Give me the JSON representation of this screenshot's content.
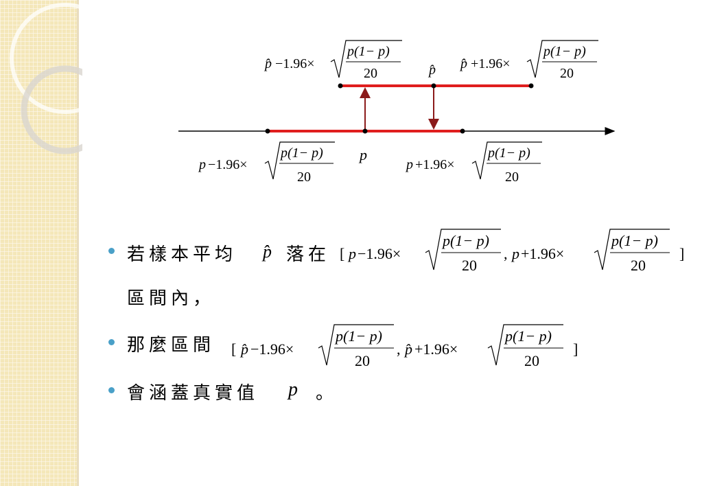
{
  "diagram": {
    "top_left_formula": {
      "lead": "p̂",
      "op": "−1.96×",
      "num": "p(1− p)",
      "den": "20"
    },
    "top_mid_label": "p̂",
    "top_right_formula": {
      "lead": "p̂",
      "op": "+1.96×",
      "num": "p(1− p)",
      "den": "20"
    },
    "bottom_left_formula": {
      "lead": "p",
      "op": "−1.96×",
      "num": "p(1− p)",
      "den": "20"
    },
    "bottom_mid_label": "p",
    "bottom_right_formula": {
      "lead": "p",
      "op": "+1.96×",
      "num": "p(1− p)",
      "den": "20"
    },
    "colors": {
      "interval": "#e01e1e",
      "arrow": "#8b1a1a",
      "axis": "#000000"
    }
  },
  "bullets": {
    "b1_text": "若樣本平均",
    "b1_phat": "p̂",
    "b1_text2": "落在",
    "b1_interval": {
      "open": "[",
      "lead1": "p",
      "op1": "−1.96×",
      "num": "p(1− p)",
      "den": "20",
      "sep": ",",
      "lead2": "p",
      "op2": "+1.96×",
      "close": "]"
    },
    "b1_line2": "區間內，",
    "b2_text": "那麼區間",
    "b2_interval": {
      "open": "[",
      "lead1": "p̂",
      "op1": "−1.96×",
      "num": "p(1− p)",
      "den": "20",
      "sep": ",",
      "lead2": "p̂",
      "op2": "+1.96×",
      "close": "]"
    },
    "b3_text": "會涵蓋真實值",
    "b3_p": "p",
    "b3_end": "。"
  },
  "colors": {
    "bullet": "#4aa0c8",
    "sidebar": "#f3e6b6"
  }
}
